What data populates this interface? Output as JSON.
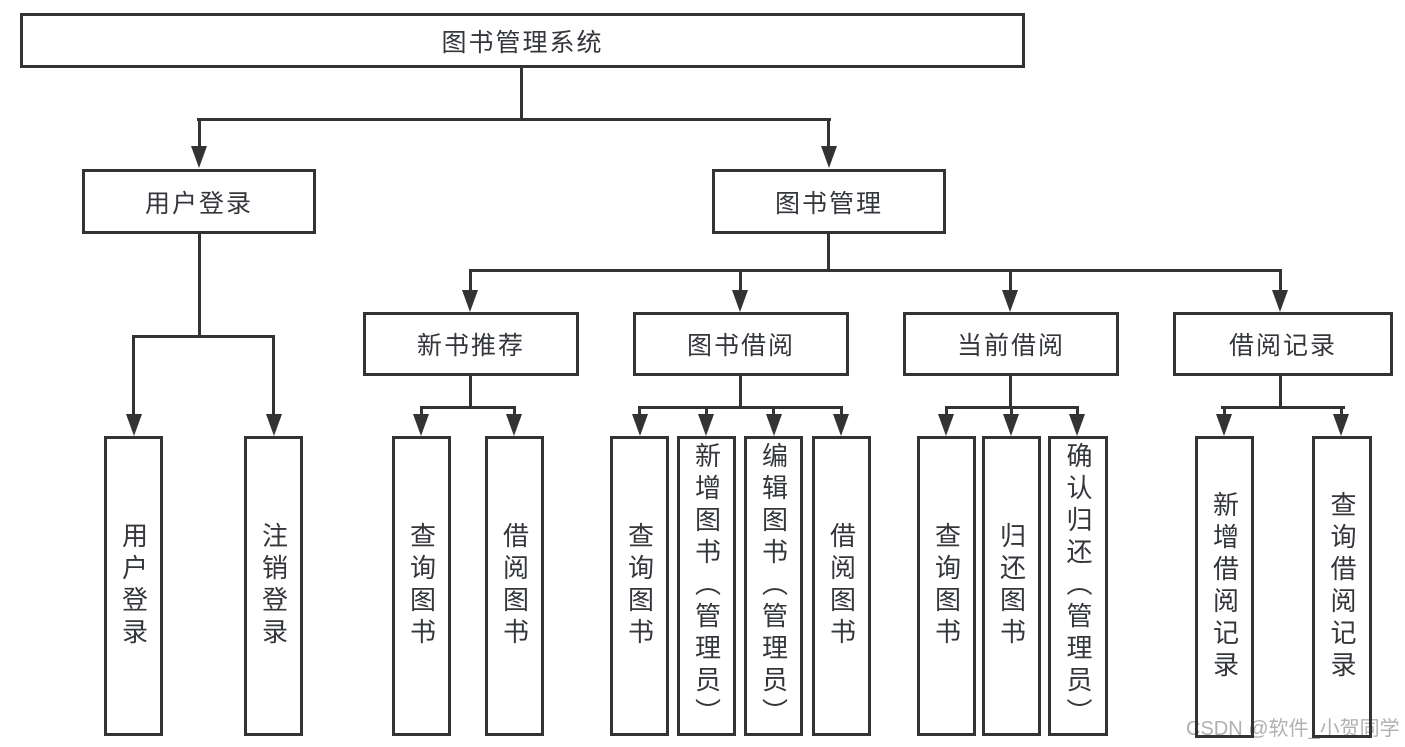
{
  "colors": {
    "line": "#333333",
    "text": "#33363b",
    "watermark": "#b0b0b0",
    "background": "#ffffff"
  },
  "watermark": "CSDN @软件_小贺同学",
  "tree": {
    "label": "图书管理系统",
    "children": [
      {
        "label": "用户登录",
        "children": [
          {
            "label": "用户登录"
          },
          {
            "label": "注销登录"
          }
        ]
      },
      {
        "label": "图书管理",
        "children": [
          {
            "label": "新书推荐",
            "children": [
              {
                "label": "查询图书"
              },
              {
                "label": "借阅图书"
              }
            ]
          },
          {
            "label": "图书借阅",
            "children": [
              {
                "label": "查询图书"
              },
              {
                "label": "新增图书（管理员）"
              },
              {
                "label": "编辑图书（管理员）"
              },
              {
                "label": "借阅图书"
              }
            ]
          },
          {
            "label": "当前借阅",
            "children": [
              {
                "label": "查询图书"
              },
              {
                "label": "归还图书"
              },
              {
                "label": "确认归还（管理员）"
              }
            ]
          },
          {
            "label": "借阅记录",
            "children": [
              {
                "label": "新增借阅记录"
              },
              {
                "label": "查询借阅记录"
              }
            ]
          }
        ]
      }
    ]
  }
}
